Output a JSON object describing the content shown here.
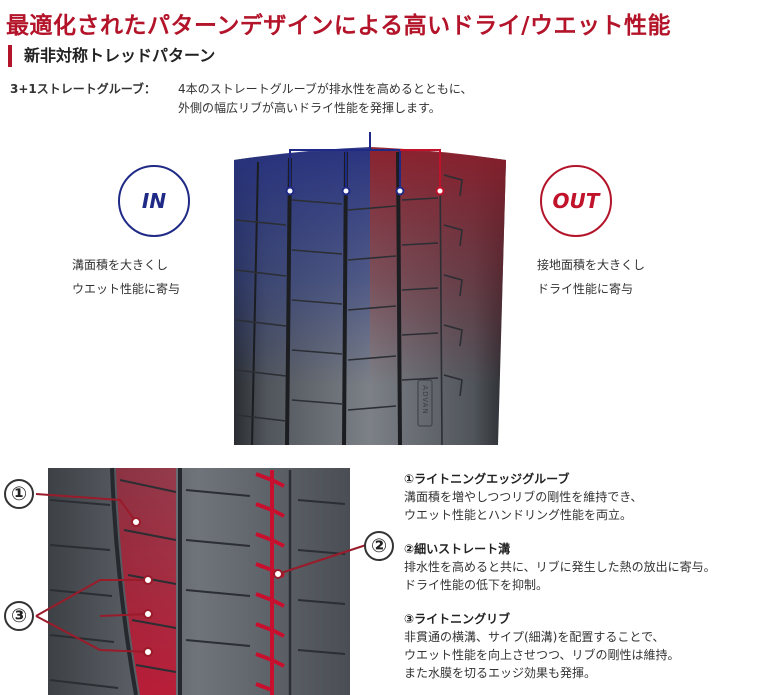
{
  "header": {
    "title": "最適化されたパターンデザインによる高いドライ/ウエット性能",
    "subtitle": "新非対称トレッドパターン"
  },
  "intro": {
    "term": "3+1ストレートグルーブ：",
    "line1": "4本のストレートグルーブが排水性を高めるとともに、",
    "line2": "外側の幅広リブが高いドライ性能を発揮します。"
  },
  "inside": {
    "label": "IN",
    "note_line1": "溝面積を大きくし",
    "note_line2": "ウエット性能に寄与"
  },
  "outside": {
    "label": "OUT",
    "note_line1": "接地面積を大きくし",
    "note_line2": "ドライ性能に寄与"
  },
  "tire_brand": "ADVAN",
  "markers": {
    "one": "①",
    "two": "②",
    "three": "③"
  },
  "features": [
    {
      "title": "①ライトニングエッジグルーブ",
      "lines": [
        "溝面積を増やしつつリブの剛性を維持でき、",
        "ウエット性能とハンドリング性能を両立。"
      ]
    },
    {
      "title": "②細いストレート溝",
      "lines": [
        "排水性を高めると共に、リブに発生した熱の放出に寄与。",
        "ドライ性能の低下を抑制。"
      ]
    },
    {
      "title": "③ライトニングリブ",
      "lines": [
        "非貫通の横溝、サイプ(細溝)を配置することで、",
        "ウエット性能を向上させつつ、リブの剛性は維持。",
        "また水膜を切るエッジ効果も発揮。"
      ]
    }
  ],
  "colors": {
    "accent_red": "#b3142a",
    "accent_navy": "#1f2a86"
  }
}
